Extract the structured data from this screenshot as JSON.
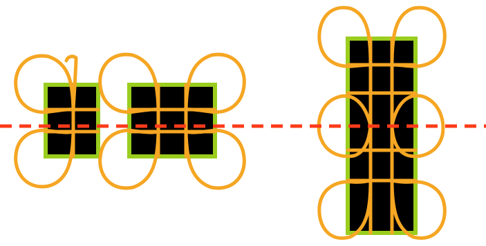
{
  "colors": {
    "background": "#ffffff",
    "block_fill": "#000000",
    "block_border": "#9acd1e",
    "loop_stroke": "#f5a623",
    "dashed_line": "#ff3b1a"
  },
  "figures": [
    {
      "name": "small-block",
      "grid_cols": 2,
      "grid_rows": 2,
      "loops": 4
    },
    {
      "name": "medium-block",
      "grid_cols": 3,
      "grid_rows": 2,
      "loops": 4
    },
    {
      "name": "tall-block",
      "grid_cols": 3,
      "grid_rows": 6,
      "loops": 8
    }
  ],
  "reference_line": {
    "style": "dashed",
    "orientation": "horizontal"
  }
}
